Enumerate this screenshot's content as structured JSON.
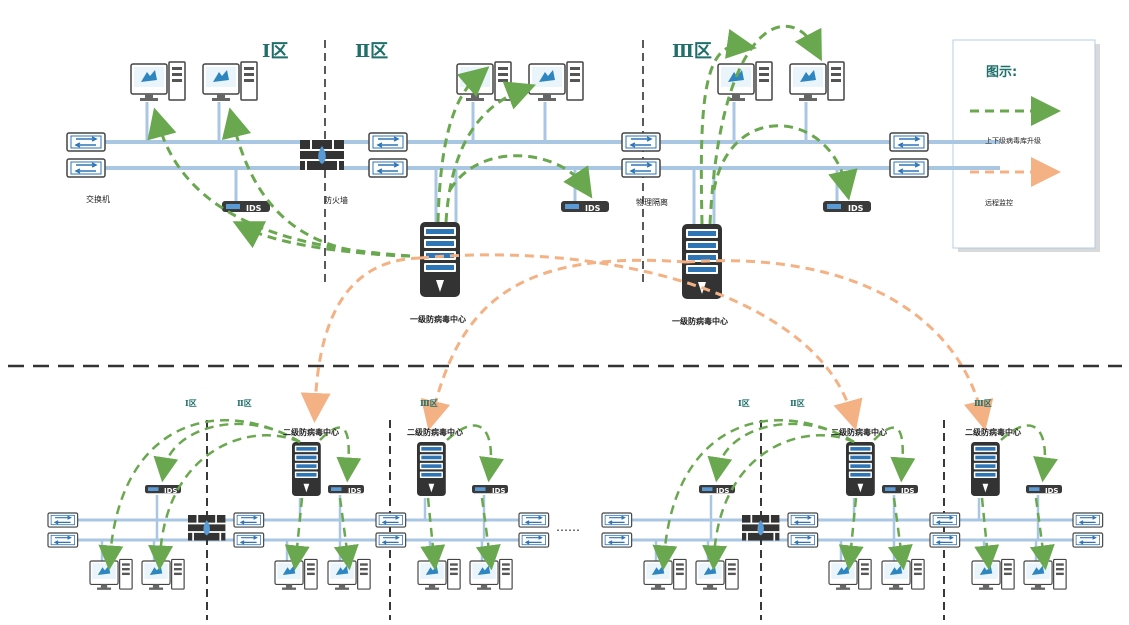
{
  "top": {
    "zones": [
      "Ⅰ区",
      "Ⅱ区",
      "Ⅲ区"
    ],
    "switch_label": "交换机",
    "firewall_label": "防火墙",
    "isolation_label": "物理隔离",
    "center_label": "一级防病毒中心",
    "ids_text": "IDS"
  },
  "legend": {
    "title": "图示:",
    "items": [
      {
        "label": "上下级病毒库升级",
        "color": "#6aa84f"
      },
      {
        "label": "远程监控",
        "color": "#f4b183"
      }
    ]
  },
  "bottom": {
    "zone_labels": [
      "Ⅰ区",
      "Ⅱ区",
      "Ⅲ区"
    ],
    "center_label": "二级防病毒中心",
    "ellipsis": "……",
    "ids_text": "IDS"
  },
  "colors": {
    "green": "#6aa84f",
    "orange": "#f4b183",
    "line": "#a9c6e3",
    "zone_text": "#1f6f6a"
  }
}
